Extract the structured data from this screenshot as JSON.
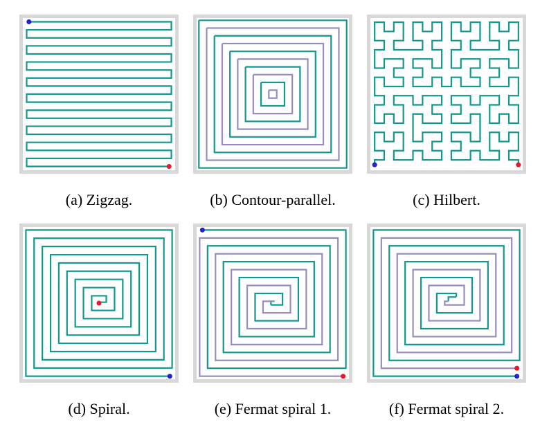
{
  "figure": {
    "description": "Six toolpath infill patterns, each drawn inside a gray-framed square",
    "colors": {
      "teal": "#12988c",
      "purple": "#988dbe",
      "blue": "#2222cd",
      "red": "#e51930",
      "frame": "#d8d8d8",
      "panel_bg": "#fefefe"
    },
    "dot_radius": 1.6,
    "stroke_width": 1.0,
    "panels": [
      {
        "id": "a",
        "caption": "(a) Zigzag.",
        "pattern": "zigzag",
        "stroke": "teal",
        "params": {
          "lines": 19,
          "margin": 2.5
        },
        "start_dot": {
          "color": "blue",
          "pos": "top-left"
        },
        "end_dot": {
          "color": "red",
          "pos": "bottom-right"
        }
      },
      {
        "id": "b",
        "caption": "(b) Contour-parallel.",
        "pattern": "contour",
        "stroke_alternate": [
          "teal",
          "purple"
        ],
        "params": {
          "rings": 10,
          "margin": 1.5,
          "spacing": 5.1
        },
        "start_dot": null,
        "end_dot": null
      },
      {
        "id": "c",
        "caption": "(c) Hilbert.",
        "pattern": "hilbert",
        "stroke": "teal",
        "params": {
          "order": 4,
          "x_span": [
            2.8,
            97.2
          ],
          "y_span": [
            2.8,
            93.2
          ],
          "stub_y": 96.4
        },
        "start_dot": {
          "color": "blue",
          "pos": "bottom-left"
        },
        "end_dot": {
          "color": "red",
          "pos": "bottom-right"
        }
      },
      {
        "id": "d",
        "caption": "(d) Spiral.",
        "pattern": "spiral",
        "stroke": "teal",
        "params": {
          "margin": 2.0,
          "spacing": 5.4
        },
        "start_dot": {
          "color": "blue",
          "pos": "bottom-right"
        },
        "end_dot": {
          "color": "red",
          "pos": "center"
        }
      },
      {
        "id": "e",
        "caption": "(e) Fermat spiral 1.",
        "pattern": "fermat1",
        "stroke_in": "teal",
        "stroke_out": "purple",
        "params": {
          "margin": 2.0,
          "spacing": 5.2
        },
        "start_dot": {
          "color": "blue",
          "pos": "top-left"
        },
        "end_dot": {
          "color": "red",
          "pos": "bottom-right"
        }
      },
      {
        "id": "f",
        "caption": "(f) Fermat spiral 2.",
        "pattern": "fermat2",
        "stroke_in": "teal",
        "stroke_out": "purple",
        "params": {
          "margin": 2.0,
          "spacing": 5.2
        },
        "start_dot": {
          "color": "blue",
          "pos": "bottom-right"
        },
        "end_dot": {
          "color": "red",
          "pos": "bottom-right-above"
        }
      }
    ]
  }
}
